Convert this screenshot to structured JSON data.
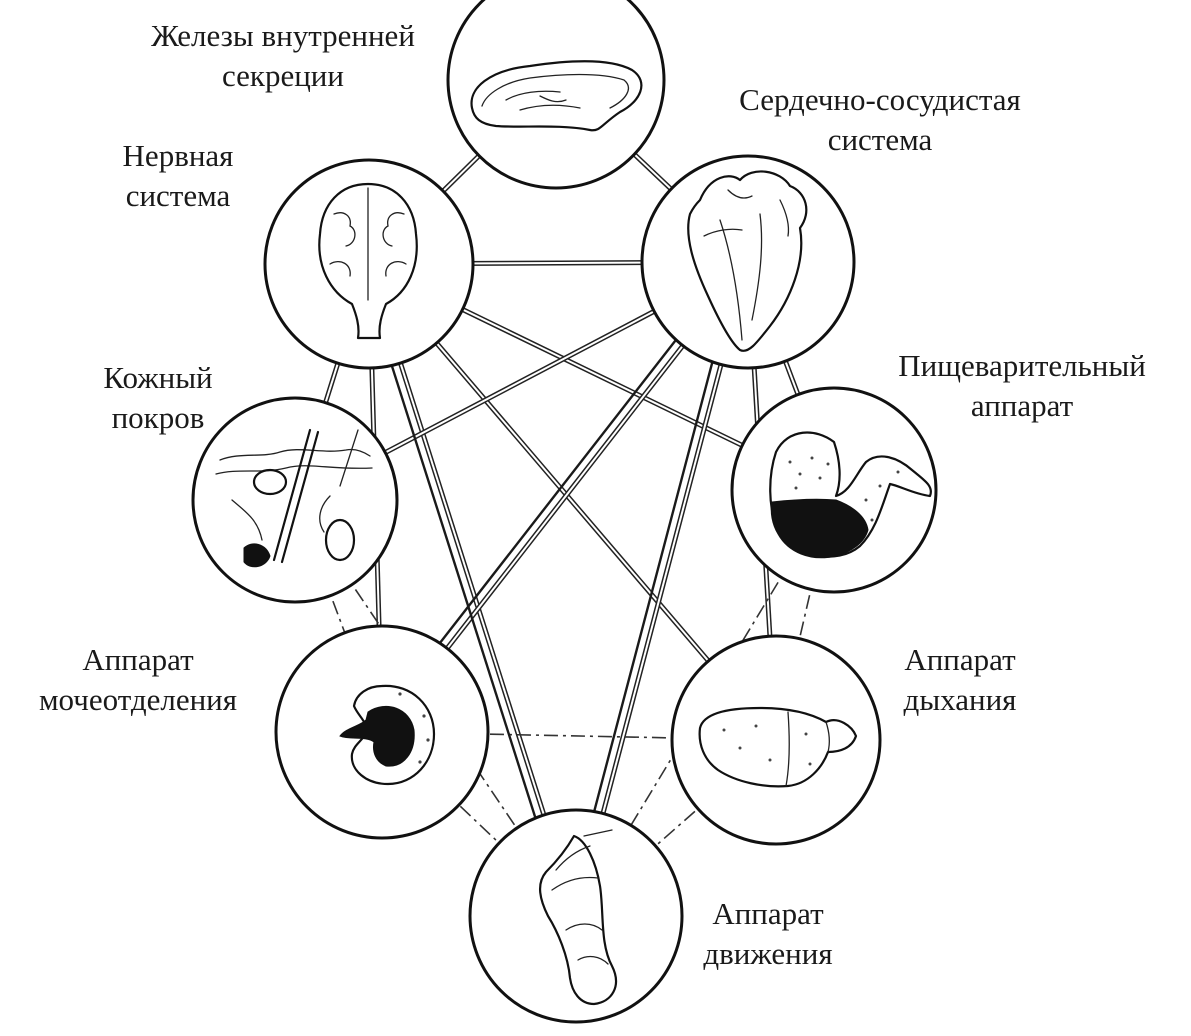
{
  "nodes": [
    {
      "id": "endocrine",
      "label_lines": [
        "Железы внутренней",
        "секреции"
      ],
      "icon": "gland-icon"
    },
    {
      "id": "cardio",
      "label_lines": [
        "Сердечно-сосудистая",
        "система"
      ],
      "icon": "heart-icon"
    },
    {
      "id": "nervous",
      "label_lines": [
        "Нервная",
        "система"
      ],
      "icon": "brain-icon"
    },
    {
      "id": "digestive",
      "label_lines": [
        "Пищеварительный",
        "аппарат"
      ],
      "icon": "stomach-icon"
    },
    {
      "id": "skin",
      "label_lines": [
        "Кожный",
        "покров"
      ],
      "icon": "skin-section-icon"
    },
    {
      "id": "urinary",
      "label_lines": [
        "Аппарат",
        "мочеотделения"
      ],
      "icon": "kidney-icon"
    },
    {
      "id": "respiratory",
      "label_lines": [
        "Аппарат",
        "дыхания"
      ],
      "icon": "lung-icon"
    },
    {
      "id": "locomotion",
      "label_lines": [
        "Аппарат",
        "движения"
      ],
      "icon": "muscle-joint-icon"
    }
  ],
  "connections": [
    {
      "from": "endocrine",
      "to": "nervous",
      "style": "double"
    },
    {
      "from": "endocrine",
      "to": "cardio",
      "style": "double"
    },
    {
      "from": "nervous",
      "to": "cardio",
      "style": "double"
    },
    {
      "from": "nervous",
      "to": "skin",
      "style": "double"
    },
    {
      "from": "nervous",
      "to": "urinary",
      "style": "double"
    },
    {
      "from": "nervous",
      "to": "locomotion",
      "style": "double"
    },
    {
      "from": "nervous",
      "to": "respiratory",
      "style": "double"
    },
    {
      "from": "nervous",
      "to": "digestive",
      "style": "double"
    },
    {
      "from": "cardio",
      "to": "skin",
      "style": "double"
    },
    {
      "from": "cardio",
      "to": "urinary",
      "style": "double"
    },
    {
      "from": "cardio",
      "to": "locomotion",
      "style": "double"
    },
    {
      "from": "cardio",
      "to": "respiratory",
      "style": "double"
    },
    {
      "from": "cardio",
      "to": "digestive",
      "style": "double"
    },
    {
      "from": "skin",
      "to": "locomotion",
      "style": "dash"
    },
    {
      "from": "skin",
      "to": "urinary",
      "style": "dash"
    },
    {
      "from": "urinary",
      "to": "locomotion",
      "style": "dash"
    },
    {
      "from": "urinary",
      "to": "respiratory",
      "style": "dash"
    },
    {
      "from": "digestive",
      "to": "respiratory",
      "style": "dash"
    },
    {
      "from": "digestive",
      "to": "locomotion",
      "style": "dash"
    },
    {
      "from": "respiratory",
      "to": "locomotion",
      "style": "dash"
    },
    {
      "from": "cardio",
      "to": "urinary",
      "style": "solid"
    },
    {
      "from": "cardio",
      "to": "locomotion",
      "style": "solid"
    },
    {
      "from": "nervous",
      "to": "locomotion",
      "style": "solid"
    }
  ]
}
